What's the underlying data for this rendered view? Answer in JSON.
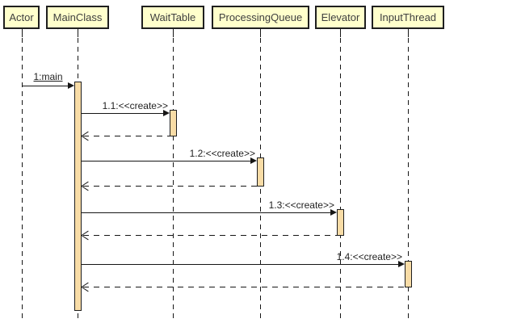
{
  "diagram": {
    "type": "uml-sequence-diagram",
    "colors": {
      "background": "#ffffff",
      "object_box_fill": "#ffffcc",
      "object_box_border": "#1f1f1f",
      "activation_fill": "#f8dca6",
      "activation_border": "#1f1f1f",
      "line": "#161616"
    },
    "lifelines": [
      {
        "name": "Actor"
      },
      {
        "name": "MainClass"
      },
      {
        "name": "WaitTable"
      },
      {
        "name": "ProcessingQueue"
      },
      {
        "name": "Elevator"
      },
      {
        "name": "InputThread"
      }
    ],
    "messages": [
      {
        "label": "1:main",
        "from": "Actor",
        "to": "MainClass",
        "kind": "call",
        "underlined": true
      },
      {
        "label": "1.1:<<create>>",
        "from": "MainClass",
        "to": "WaitTable",
        "kind": "create"
      },
      {
        "label": "",
        "from": "WaitTable",
        "to": "MainClass",
        "kind": "return"
      },
      {
        "label": "1.2:<<create>>",
        "from": "MainClass",
        "to": "ProcessingQueue",
        "kind": "create"
      },
      {
        "label": "",
        "from": "ProcessingQueue",
        "to": "MainClass",
        "kind": "return"
      },
      {
        "label": "1.3:<<create>>",
        "from": "MainClass",
        "to": "Elevator",
        "kind": "create"
      },
      {
        "label": "",
        "from": "Elevator",
        "to": "MainClass",
        "kind": "return"
      },
      {
        "label": "1.4:<<create>>",
        "from": "MainClass",
        "to": "InputThread",
        "kind": "create"
      },
      {
        "label": "",
        "from": "InputThread",
        "to": "MainClass",
        "kind": "return"
      }
    ]
  }
}
